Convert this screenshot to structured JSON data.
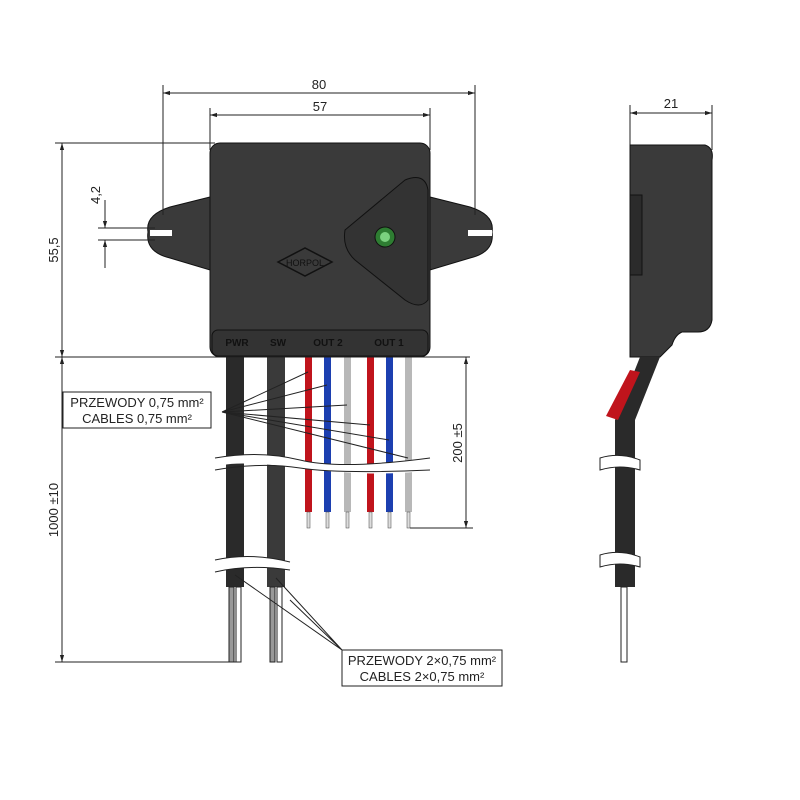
{
  "dimensions": {
    "width_total": "80",
    "width_body": "57",
    "height_body": "55,5",
    "hole": "4,2",
    "cable_long": "1000 ±10",
    "cable_short": "200 ±5",
    "depth": "21"
  },
  "strip_labels": [
    "PWR",
    "SW",
    "OUT 2",
    "OUT 1"
  ],
  "logo": "HORPOL",
  "callouts": {
    "single": [
      "PRZEWODY 0,75 mm²",
      "CABLES 0,75 mm²"
    ],
    "double": [
      "PRZEWODY 2×0,75 mm²",
      "CABLES 2×0,75 mm²"
    ]
  },
  "colors": {
    "body": "#3a3a3a",
    "led": "#4caf50",
    "red": "#c0141c",
    "blue": "#1c3fb0",
    "grey": "#b8b8b8",
    "black": "#2a2a2a"
  },
  "thin_wires": [
    "red",
    "blue",
    "grey",
    "red",
    "blue",
    "grey"
  ]
}
